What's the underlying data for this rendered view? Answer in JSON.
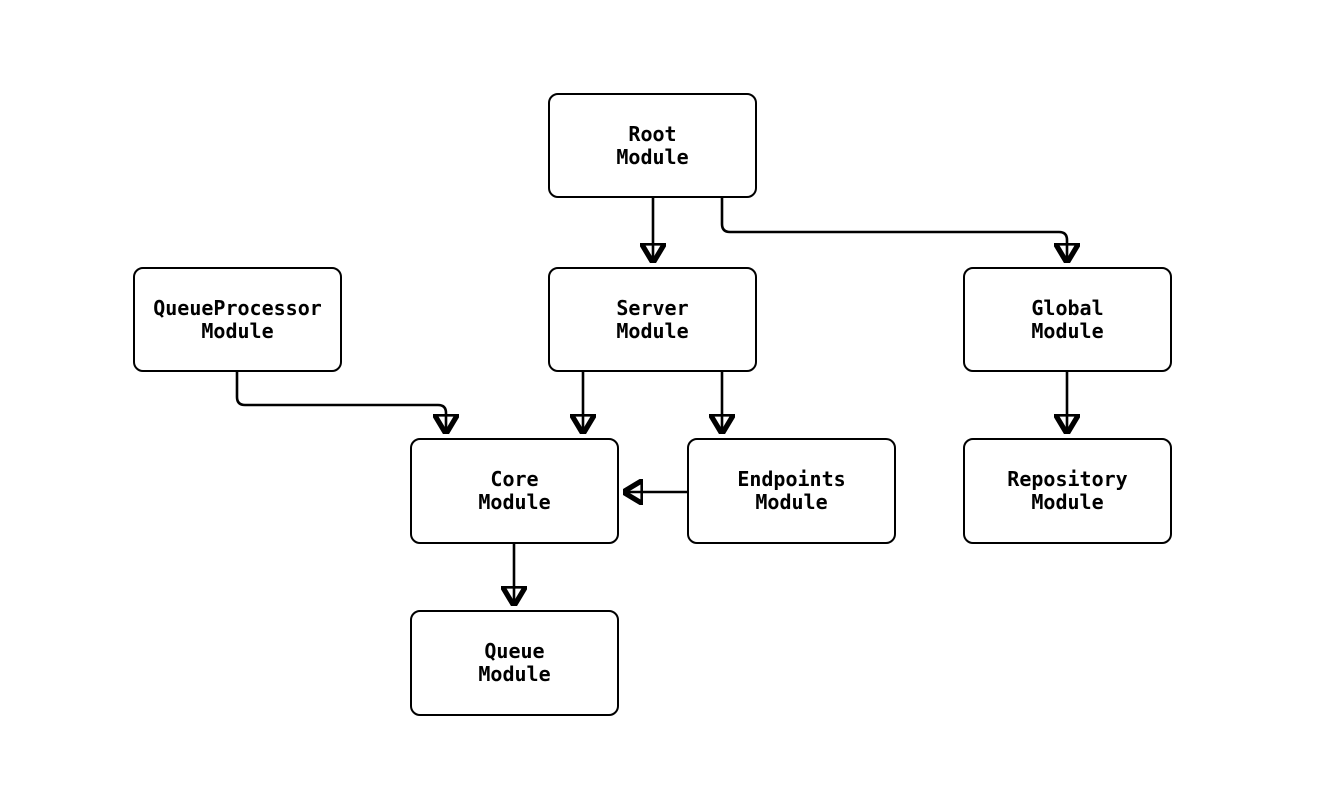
{
  "diagram": {
    "type": "flowchart",
    "background_color": "#ffffff",
    "line_color": "#000000",
    "node_fill_color": "#ffffff",
    "nodes": [
      {
        "id": "root",
        "line1": "Root",
        "line2": "Module"
      },
      {
        "id": "queueprocessor",
        "line1": "QueueProcessor",
        "line2": "Module"
      },
      {
        "id": "server",
        "line1": "Server",
        "line2": "Module"
      },
      {
        "id": "global",
        "line1": "Global",
        "line2": "Module"
      },
      {
        "id": "core",
        "line1": "Core",
        "line2": "Module"
      },
      {
        "id": "endpoints",
        "line1": "Endpoints",
        "line2": "Module"
      },
      {
        "id": "repository",
        "line1": "Repository",
        "line2": "Module"
      },
      {
        "id": "queue",
        "line1": "Queue",
        "line2": "Module"
      }
    ],
    "edges": [
      {
        "from": "Root Module",
        "to": "Server Module"
      },
      {
        "from": "Root Module",
        "to": "Global Module"
      },
      {
        "from": "QueueProcessor Module",
        "to": "Core Module"
      },
      {
        "from": "Server Module",
        "to": "Core Module"
      },
      {
        "from": "Server Module",
        "to": "Endpoints Module"
      },
      {
        "from": "Endpoints Module",
        "to": "Core Module"
      },
      {
        "from": "Global Module",
        "to": "Repository Module"
      },
      {
        "from": "Core Module",
        "to": "Queue Module"
      }
    ]
  }
}
